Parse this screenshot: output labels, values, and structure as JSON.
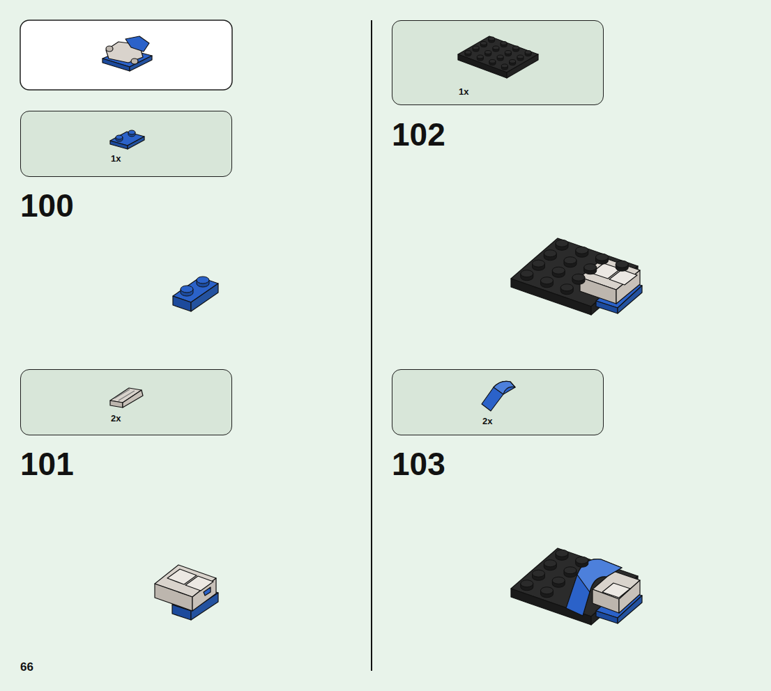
{
  "diagram": {
    "nodes": [
      {
        "text": [
          "1x"
        ]
      },
      {
        "text": [
          "2x"
        ]
      },
      {
        "text": [
          "1x"
        ]
      },
      {
        "text": [
          "2x"
        ]
      }
    ],
    "labels": [
      "100",
      "101",
      "102",
      "103",
      "66"
    ]
  }
}
